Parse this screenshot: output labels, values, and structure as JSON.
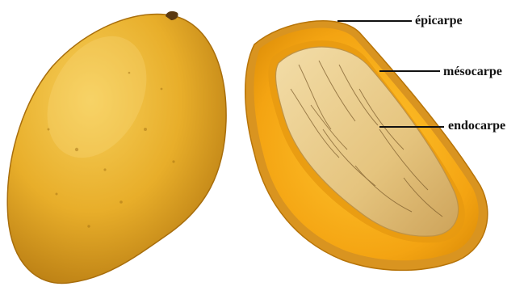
{
  "labels": {
    "epicarp": "épicarpe",
    "mesocarp": "mésocarpe",
    "endocarp": "endocarpe"
  },
  "colors": {
    "skin": "#E8AE2A",
    "flesh": "#F4A412",
    "seed": "#E9CE8E",
    "leader": "#111111"
  }
}
